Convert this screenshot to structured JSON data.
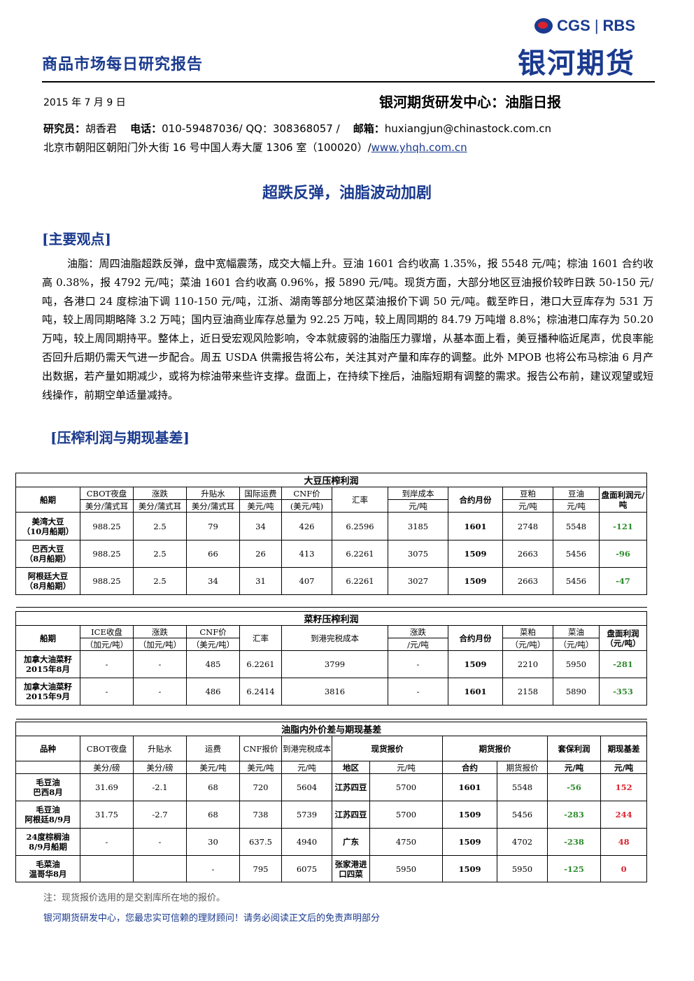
{
  "header": {
    "report_title": "商品市场每日研究报告",
    "logo_en": "CGS",
    "logo_en2": "RBS",
    "logo_cn": "银河期货"
  },
  "meta": {
    "date": "2015 年 7 月 9 日",
    "department": "银河期货研发中心：油脂日报",
    "researcher_label": "研究员：",
    "researcher": "胡香君",
    "phone_label": "电话：",
    "phone": "010-59487036/ QQ：308368057 /",
    "email_label": "邮箱：",
    "email": "huxiangjun@chinastock.com.cn",
    "address": "北京市朝阳区朝阳门外大街 16 号中国人寿大厦 1306 室（100020）/",
    "website": "www.yhqh.com.cn"
  },
  "main_title": "超跌反弹，油脂波动加剧",
  "sections": {
    "views": "[主要观点]",
    "profit": "[压榨利润与期现基差]"
  },
  "body": "油脂：周四油脂超跌反弹，盘中宽幅震荡，成交大幅上升。豆油 1601 合约收高 1.35%，报 5548 元/吨；棕油 1601 合约收高 0.38%，报 4792 元/吨；菜油 1601 合约收高 0.96%，报 5890 元/吨。现货方面，大部分地区豆油报价较昨日跌 50-150 元/吨，各港口 24 度棕油下调 110-150 元/吨，江浙、湖南等部分地区菜油报价下调 50 元/吨。截至昨日，港口大豆库存为 531 万吨，较上周同期略降 3.2 万吨；国内豆油商业库存总量为 92.25 万吨，较上周同期的 84.79 万吨增 8.8%；棕油港口库存为 50.20 万吨，较上周同期持平。整体上，近日受宏观风险影响，令本就疲弱的油脂压力骤增，从基本面上看，美豆播种临近尾声，优良率能否回升后期仍需天气进一步配合。周五 USDA 供需报告将公布，关注其对产量和库存的调整。此外 MPOB 也将公布马棕油 6 月产出数据，若产量如期减少，或将为棕油带来些许支撑。盘面上，在持续下挫后，油脂短期有调整的需求。报告公布前，建议观望或短线操作，前期空单适量减持。",
  "soy": {
    "title": "大豆压榨利润",
    "h": {
      "ship": "船期",
      "cbot": "CBOT夜盘",
      "chg": "涨跌",
      "premium": "升贴水",
      "freight": "国际运费",
      "cnf": "CNF价",
      "fx": "汇率",
      "cost": "到岸成本",
      "contract": "合约月份",
      "meal": "豆粕",
      "oil": "豆油",
      "profit": "盘面利润元/吨",
      "u_cbot": "美分/蒲式耳",
      "u_chg": "美分/蒲式耳",
      "u_prem": "美分/蒲式耳",
      "u_frt": "美元/吨",
      "u_cnf": "(美元/吨)",
      "u_cost": "元/吨",
      "u_meal": "元/吨",
      "u_oil": "元/吨"
    },
    "rows": [
      {
        "name": "美湾大豆",
        "sub": "（10月船期）",
        "cbot": "988.25",
        "chg": "2.5",
        "prem": "79",
        "frt": "34",
        "cnf": "426",
        "fx": "6.2596",
        "cost": "3185",
        "contract": "1601",
        "meal": "2748",
        "oil": "5548",
        "profit": "-121"
      },
      {
        "name": "巴西大豆",
        "sub": "（8月船期）",
        "cbot": "988.25",
        "chg": "2.5",
        "prem": "66",
        "frt": "26",
        "cnf": "413",
        "fx": "6.2261",
        "cost": "3075",
        "contract": "1509",
        "meal": "2663",
        "oil": "5456",
        "profit": "-96"
      },
      {
        "name": "阿根廷大豆",
        "sub": "（8月船期）",
        "cbot": "988.25",
        "chg": "2.5",
        "prem": "34",
        "frt": "31",
        "cnf": "407",
        "fx": "6.2261",
        "cost": "3027",
        "contract": "1509",
        "meal": "2663",
        "oil": "5456",
        "profit": "-47"
      }
    ]
  },
  "rape": {
    "title": "菜籽压榨利润",
    "h": {
      "ship": "船期",
      "ice": "ICE收盘",
      "chg": "涨跌",
      "cnf": "CNF价",
      "fx": "汇率",
      "cost": "到港完税成本",
      "chg2": "涨跌",
      "contract": "合约月份",
      "meal": "菜粕",
      "oil": "菜油",
      "profit": "盘面利润（元/吨）",
      "u_ice": "（加元/吨）",
      "u_chg": "（加元/吨）",
      "u_cnf": "（美元/吨）",
      "u_chg2": "/元/吨",
      "u_meal": "（元/吨）",
      "u_oil": "（元/吨）"
    },
    "rows": [
      {
        "name": "加拿大油菜籽",
        "sub": "2015年8月",
        "ice": "-",
        "chg": "-",
        "cnf": "485",
        "fx": "6.2261",
        "cost": "3799",
        "chg2": "-",
        "contract": "1509",
        "meal": "2210",
        "oil": "5950",
        "profit": "-281"
      },
      {
        "name": "加拿大油菜籽",
        "sub": "2015年9月",
        "ice": "-",
        "chg": "-",
        "cnf": "486",
        "fx": "6.2414",
        "cost": "3816",
        "chg2": "-",
        "contract": "1601",
        "meal": "2158",
        "oil": "5890",
        "profit": "-353"
      }
    ]
  },
  "basis": {
    "title": "油脂内外价差与期现基差",
    "h": {
      "variety": "品种",
      "cbot": "CBOT夜盘",
      "prem": "升贴水",
      "freight": "运费",
      "cnf": "CNF报价",
      "cost": "到港完税成本",
      "spot": "现货报价",
      "futures": "期货报价",
      "hedge": "套保利润",
      "basis": "期现基差",
      "u_cbot": "美分/磅",
      "u_prem": "美分/磅",
      "u_frt": "美元/吨",
      "u_cnf": "美元/吨",
      "u_cost": "元/吨",
      "region": "地区",
      "u_spot": "元/吨",
      "contract": "合约",
      "fut_price": "期货报价",
      "u_hedge": "元/吨",
      "u_basis": "元/吨"
    },
    "rows": [
      {
        "name": "毛豆油",
        "sub": "巴西8月",
        "cbot": "31.69",
        "prem": "-2.1",
        "frt": "68",
        "cnf": "720",
        "cost": "5604",
        "region": "江苏四豆",
        "spot": "5700",
        "contract": "1601",
        "fut": "5548",
        "hedge": "-56",
        "basis": "152"
      },
      {
        "name": "毛豆油",
        "sub": "阿根廷8/9月",
        "cbot": "31.75",
        "prem": "-2.7",
        "frt": "68",
        "cnf": "738",
        "cost": "5739",
        "region": "江苏四豆",
        "spot": "5700",
        "contract": "1509",
        "fut": "5456",
        "hedge": "-283",
        "basis": "244"
      },
      {
        "name": "24度棕榈油",
        "sub": "8/9月船期",
        "cbot": "-",
        "prem": "-",
        "frt": "30",
        "cnf": "637.5",
        "cost": "4940",
        "region": "广东",
        "spot": "4750",
        "contract": "1509",
        "fut": "4702",
        "hedge": "-238",
        "basis": "48"
      },
      {
        "name": "毛菜油",
        "sub": "温哥华8月",
        "cbot": "",
        "prem": "",
        "frt": "-",
        "cnf": "795",
        "cost": "6075",
        "region": "张家港进口四菜",
        "spot": "5950",
        "contract": "1509",
        "fut": "5950",
        "hedge": "-125",
        "basis": "0"
      }
    ]
  },
  "note": "注：现货报价选用的是交割库所在地的报价。",
  "footer": "银河期货研发中心，您最忠实可信赖的理财顾问！请务必阅读正文后的免责声明部分"
}
